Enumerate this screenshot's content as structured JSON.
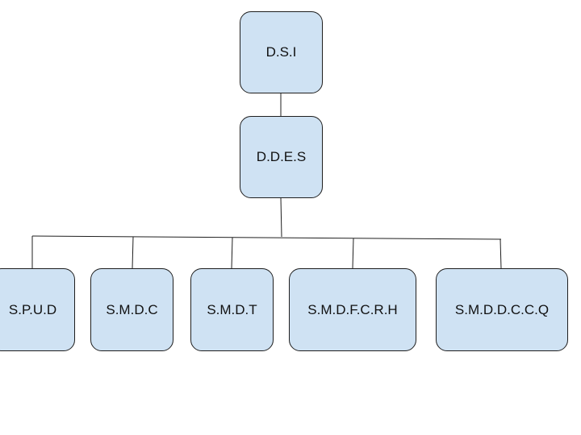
{
  "diagram": {
    "type": "org-chart",
    "colors": {
      "node_fill": "#cfe2f3",
      "node_border": "#1f1f1f",
      "connector": "#1f1f1f"
    },
    "nodes": [
      {
        "id": "dsi",
        "label": "D.S.I",
        "parent": null
      },
      {
        "id": "ddes",
        "label": "D.D.E.S",
        "parent": "dsi"
      },
      {
        "id": "spud",
        "label": "S.P.U.D",
        "parent": "ddes"
      },
      {
        "id": "smdc",
        "label": "S.M.D.C",
        "parent": "ddes"
      },
      {
        "id": "smdt",
        "label": "S.M.D.T",
        "parent": "ddes"
      },
      {
        "id": "smdfcrh",
        "label": "S.M.D.F.C.R.H",
        "parent": "ddes"
      },
      {
        "id": "smddccq",
        "label": "S.M.D.D.C.C.Q",
        "parent": "ddes"
      }
    ]
  }
}
